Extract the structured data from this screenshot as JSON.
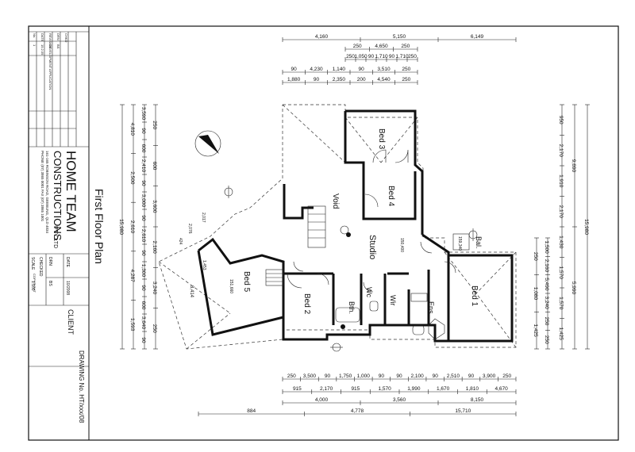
{
  "title_block": {
    "company_line1": "HOME TEAM",
    "company_line2": "CONSTRUCTIONS",
    "company_suffix": "PTY LTD",
    "address_line1": "161-165 ROBINSON ROAD, GEEBUNG, QLD 4034",
    "address_line2": "PHONE (07) 3865 0001 FAX (07) 3865 1001",
    "copyright": "COPYRIGHT",
    "client_label": "CLIENT",
    "date_label": "DATE",
    "date_value": "10/2008",
    "drn_label": "DRN",
    "drn_value": "BS",
    "checked_label": "CHECKED",
    "scale_label": "SCALE",
    "scale_value": "1:100",
    "drawing_no": "DRAWING No. HT/xxx/08",
    "plan_title": "First Floor Plan",
    "revisions_header": [
      "No.",
      "DATE",
      "REVISION",
      "DRN",
      "CHKD"
    ],
    "revision_rows": [
      [
        "1",
        "19.2.09",
        "DEVELOPMENT APPLICATION",
        "BS",
        ""
      ]
    ]
  },
  "rooms": [
    {
      "name": "Bed 3"
    },
    {
      "name": "Bed 4"
    },
    {
      "name": "Void"
    },
    {
      "name": "Studio"
    },
    {
      "name": "Bed 5"
    },
    {
      "name": "Bed 2"
    },
    {
      "name": "Bth."
    },
    {
      "name": "Wc"
    },
    {
      "name": "Wir"
    },
    {
      "name": "Ens."
    },
    {
      "name": "Bed 1"
    },
    {
      "name": "Bal."
    }
  ],
  "annotations": [
    "150,400",
    "159,340",
    "151,660",
    "2,017",
    "2,076",
    "424",
    "1,453",
    "3,414"
  ],
  "dims_top": {
    "row1": [
      "4,160",
      "5,150",
      "6,149"
    ],
    "row2": [
      "250",
      "4,650",
      "250"
    ],
    "row3": [
      "250",
      "1,050",
      "90",
      "1,710",
      "90",
      "1,710",
      "250"
    ],
    "row4": [
      "90",
      "4,230",
      "1,140",
      "90",
      "3,510",
      "250"
    ],
    "row5": [
      "1,880",
      "90",
      "2,350",
      "200",
      "4,540",
      "250"
    ]
  },
  "dims_bottom": {
    "row1": [
      "250",
      "3,500",
      "90",
      "1,750",
      "1,000",
      "90",
      "90",
      "2,100",
      "90",
      "2,510",
      "90",
      "3,900",
      "250"
    ],
    "row2": [
      "915",
      "2,170",
      "915",
      "1,570",
      "1,990",
      "1,670",
      "1,810",
      "4,670"
    ],
    "row3": [
      "4,000",
      "3,560",
      "8,150"
    ],
    "row4": [
      "884",
      "4,778",
      "15,710"
    ]
  },
  "dims_left": {
    "outer": [
      "15,980"
    ],
    "col2": [
      "4,810",
      "2,500",
      "2,610",
      "4,287",
      "1,593"
    ],
    "col3": [
      "3,590",
      "90",
      "600",
      "2,410",
      "90",
      "3,000",
      "90",
      "2,610",
      "90",
      "1,300",
      "90",
      "600",
      "3,640",
      "90"
    ],
    "col4": [
      "250",
      "600",
      "3,600",
      "2,160",
      "3,240",
      "250"
    ]
  },
  "dims_right": {
    "outer": [
      "15,980"
    ],
    "col2": [
      "9,690",
      "5,990"
    ],
    "col3": [
      "950",
      "2,170",
      "1,910",
      "2,170",
      "1,430",
      "1,570",
      "1,570",
      "1,425"
    ],
    "col4": [
      "1,500",
      "2,160",
      "5,490",
      "3,240",
      "250",
      "250"
    ],
    "col5": [
      "250",
      "1,080",
      "1,425"
    ]
  }
}
